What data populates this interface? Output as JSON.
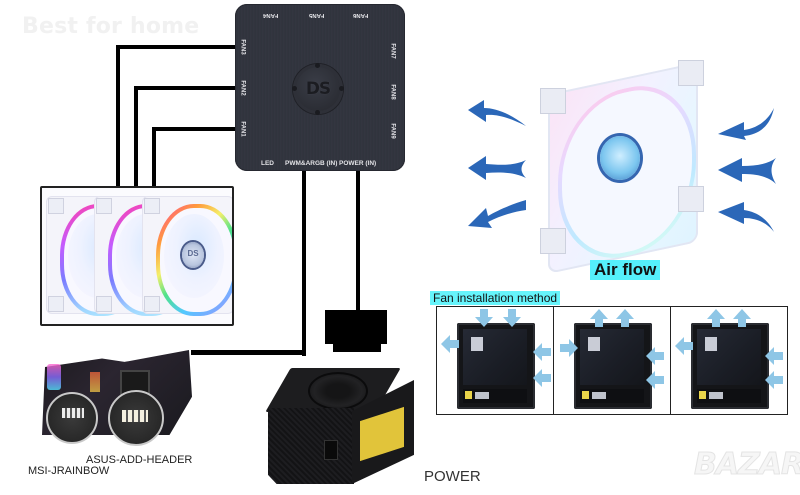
{
  "watermarks": {
    "top_left": "Best for home",
    "bottom_right": "BAZAR"
  },
  "hub": {
    "logo_text": "DS",
    "top_labels": [
      "FAN4",
      "FAN5",
      "FAN6"
    ],
    "left_labels": [
      "FAN3",
      "FAN2",
      "FAN1"
    ],
    "right_labels": [
      "FAN7",
      "FAN8",
      "FAN9"
    ],
    "bottom_labels": [
      "LED",
      "PWM&ARGB (IN)",
      "POWER (IN)"
    ]
  },
  "fans_panel": {
    "fan_count": 3,
    "fan_logo_text": "DS"
  },
  "motherboard": {
    "captions": {
      "asus": "ASUS-ADD-HEADER",
      "msi": "MSI-JRAINBOW"
    }
  },
  "power_supply": {
    "caption": "POWER"
  },
  "airflow": {
    "label": "Air flow",
    "arrow_color": "#2b67b8",
    "label_highlight": "#55f0fb"
  },
  "installation": {
    "title": "Fan installation method",
    "title_highlight": "#66f4fb",
    "arrow_color": "#8ec6e6",
    "cases": [
      {
        "name": "case-1",
        "top_arrows": "in",
        "rear_arrow": "out",
        "front_arrows": "in"
      },
      {
        "name": "case-2",
        "top_arrows": "out",
        "rear_arrow": "in",
        "front_arrows": "in"
      },
      {
        "name": "case-3",
        "top_arrows": "out",
        "rear_arrow": "out",
        "front_arrows": "in"
      }
    ]
  }
}
